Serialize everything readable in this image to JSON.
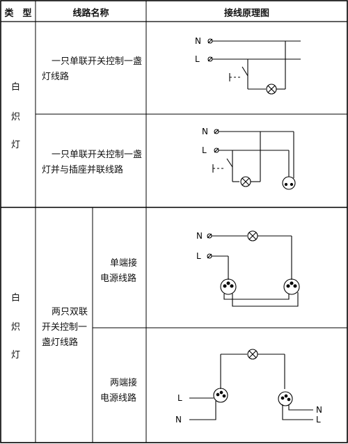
{
  "header": {
    "type": "类　型",
    "name": "线路名称",
    "diagram": "接线原理图"
  },
  "section1": {
    "type_chars": [
      "白",
      "炽",
      "灯"
    ],
    "row1": {
      "name": "一只单联开关控制一盏灯线路"
    },
    "row2": {
      "name": "一只单联开关控制一盏灯并与插座并联线路"
    }
  },
  "section2": {
    "type_chars": [
      "白",
      "炽",
      "灯"
    ],
    "group_name": "两只双联开关控制一盏灯线路",
    "row3": {
      "name": "单端接电源线路"
    },
    "row4": {
      "name": "两端接电源线路"
    }
  },
  "labels": {
    "N": "N",
    "L": "L"
  }
}
